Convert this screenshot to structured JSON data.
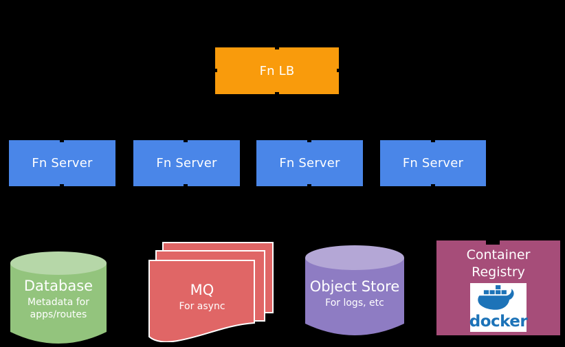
{
  "diagram": {
    "background_color": "#000000",
    "load_balancer": {
      "label": "Fn LB",
      "color": "#f99b0c"
    },
    "servers": {
      "color": "#4a86e8",
      "items": [
        {
          "label": "Fn Server"
        },
        {
          "label": "Fn Server"
        },
        {
          "label": "Fn Server"
        },
        {
          "label": "Fn Server"
        }
      ]
    },
    "database": {
      "title": "Database",
      "subtitle": "Metadata for apps/routes",
      "body_color": "#93c47d",
      "top_color": "#b6d7a8"
    },
    "mq": {
      "title": "MQ",
      "subtitle": "For async",
      "color": "#e06666",
      "border_color": "#ffffff"
    },
    "object_store": {
      "title": "Object Store",
      "subtitle": "For logs, etc",
      "body_color": "#8e7cc3",
      "top_color": "#b4a7d6"
    },
    "container_registry": {
      "title": "Container Registry",
      "color": "#a64d79",
      "docker": {
        "wordmark": "docker",
        "logo_color": "#1d73b8",
        "tile_color": "#ffffff"
      }
    }
  }
}
